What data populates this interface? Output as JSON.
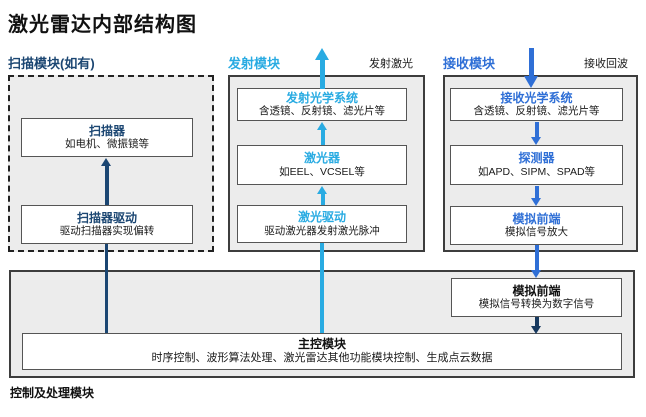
{
  "title": "激光雷达内部结构图",
  "colors": {
    "scan_navy": "#1b4672",
    "transmit_cyan": "#29abe2",
    "receive_blue": "#2f6fd6",
    "final_arrow_navy": "#17395f",
    "module_fill": "#ececec",
    "box_fill": "#ffffff",
    "text_black": "#1a1a1a"
  },
  "modules": {
    "scan": {
      "label": "扫描模块(如有)",
      "boxes": [
        {
          "title": "扫描器",
          "subtitle": "如电机、微振镜等"
        },
        {
          "title": "扫描器驱动",
          "subtitle": "驱动扫描器实现偏转"
        }
      ]
    },
    "transmit": {
      "label": "发射模块",
      "flow_label": "发射激光",
      "boxes": [
        {
          "title": "发射光学系统",
          "subtitle": "含透镜、反射镜、滤光片等"
        },
        {
          "title": "激光器",
          "subtitle": "如EEL、VCSEL等"
        },
        {
          "title": "激光驱动",
          "subtitle": "驱动激光器发射激光脉冲"
        }
      ]
    },
    "receive": {
      "label": "接收模块",
      "flow_label": "接收回波",
      "boxes": [
        {
          "title": "接收光学系统",
          "subtitle": "含透镜、反射镜、滤光片等"
        },
        {
          "title": "探测器",
          "subtitle": "如APD、SIPM、SPAD等"
        },
        {
          "title": "模拟前端",
          "subtitle": "模拟信号放大"
        }
      ]
    },
    "control": {
      "label": "控制及处理模块",
      "boxes": [
        {
          "title": "模拟前端",
          "subtitle": "模拟信号转换为数字信号"
        },
        {
          "title": "主控模块",
          "subtitle": "时序控制、波形算法处理、激光雷达其他功能模块控制、生成点云数据"
        }
      ]
    }
  }
}
